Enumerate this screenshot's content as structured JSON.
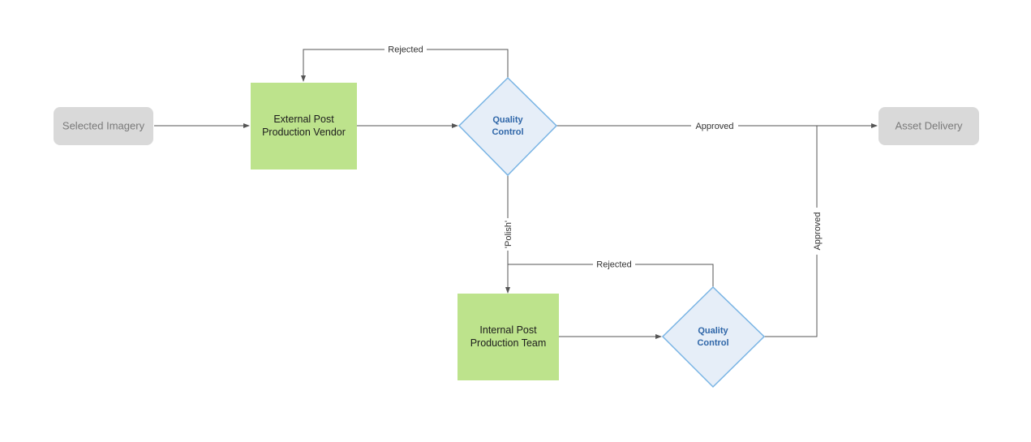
{
  "colors": {
    "terminal_fill": "#d9d9d9",
    "terminal_text": "#7a7a7a",
    "process_fill": "#bde38c",
    "process_text": "#1c1c1c",
    "decision_fill": "#e6eef8",
    "decision_stroke": "#79b4e4",
    "decision_text": "#2f66a8",
    "connector": "#555555"
  },
  "nodes": {
    "selected_imagery": "Selected Imagery",
    "external_vendor": [
      "External Post",
      "Production Vendor"
    ],
    "quality_control_1": [
      "Quality",
      "Control"
    ],
    "asset_delivery": "Asset Delivery",
    "internal_team": [
      "Internal Post",
      "Production Team"
    ],
    "quality_control_2": [
      "Quality",
      "Control"
    ]
  },
  "edges": {
    "rejected_top": "Rejected",
    "approved_main": "Approved",
    "polish": "'Polish'",
    "rejected_bottom": "Rejected",
    "approved_vertical": "Approved"
  }
}
